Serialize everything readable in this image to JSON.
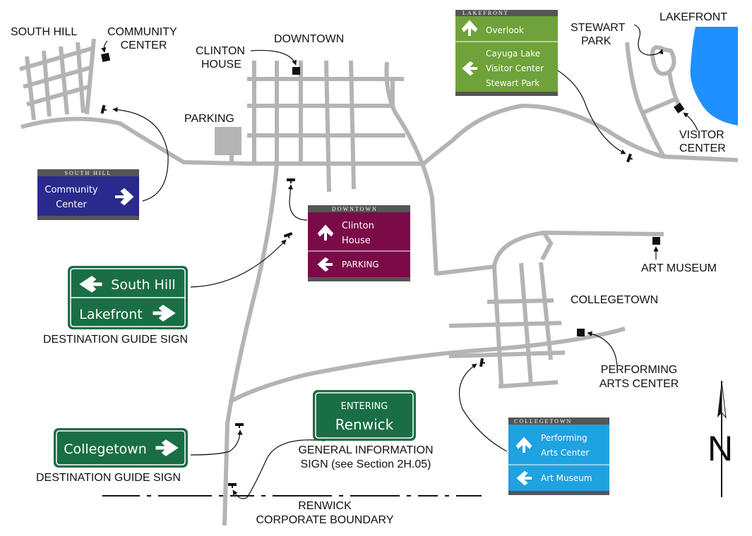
{
  "colors": {
    "road": "#b4b4b4",
    "lake": "#1e90ff",
    "guide_green": "#1a6e45",
    "southhill_blue": "#2a2a8c",
    "downtown_maroon": "#7a0a48",
    "lakefront_green": "#6fa23a",
    "collegetown_blue": "#1fa2e0",
    "header_gray": "#555555",
    "parking_gray": "#b4b4b4"
  },
  "places": {
    "south_hill": "SOUTH HILL",
    "community_center": [
      "COMMUNITY",
      "CENTER"
    ],
    "downtown": "DOWNTOWN",
    "clinton_house": [
      "CLINTON",
      "HOUSE"
    ],
    "parking": "PARKING",
    "stewart_park": [
      "STEWART",
      "PARK"
    ],
    "lakefront": "LAKEFRONT",
    "visitor_center": [
      "VISITOR",
      "CENTER"
    ],
    "art_museum": "ART MUSEUM",
    "collegetown": "COLLEGETOWN",
    "performing_arts_center": [
      "PERFORMING",
      "ARTS CENTER"
    ],
    "renwick_boundary": [
      "RENWICK",
      "CORPORATE BOUNDARY"
    ]
  },
  "captions": {
    "destination_guide_sign_1": "DESTINATION GUIDE SIGN",
    "destination_guide_sign_2": "DESTINATION GUIDE SIGN",
    "general_information_sign": [
      "GENERAL INFORMATION",
      "SIGN (see Section 2H.05)"
    ]
  },
  "signs": {
    "south_hill": {
      "header": "SOUTH HILL",
      "lines": [
        "Community",
        "Center"
      ],
      "arrow": "right-arrow-icon"
    },
    "downtown": {
      "header": "DOWNTOWN",
      "top_lines": [
        "Clinton",
        "House"
      ],
      "top_arrow": "up-arrow-icon",
      "bottom_line": "PARKING",
      "bottom_arrow": "left-arrow-icon"
    },
    "lakefront": {
      "header": "LAKEFRONT",
      "top_line": "Overlook",
      "top_arrow": "up-arrow-icon",
      "bottom_lines": [
        "Cayuga Lake",
        "Visitor Center",
        "Stewart Park"
      ],
      "bottom_arrow": "left-arrow-icon"
    },
    "collegetown": {
      "header": "COLLEGETOWN",
      "top_lines": [
        "Performing",
        "Arts Center"
      ],
      "top_arrow": "up-arrow-icon",
      "bottom_line": "Art Museum",
      "bottom_arrow": "left-arrow-icon"
    },
    "guide_1": {
      "top": "South Hill",
      "top_arrow": "left-arrow-icon",
      "bottom": "Lakefront",
      "bottom_arrow": "right-arrow-icon"
    },
    "guide_2": {
      "text": "Collegetown",
      "arrow": "right-arrow-icon"
    },
    "entering": {
      "line1": "ENTERING",
      "line2": "Renwick"
    }
  },
  "north_arrow": {
    "letter": "N",
    "icon": "north-arrow-icon"
  }
}
